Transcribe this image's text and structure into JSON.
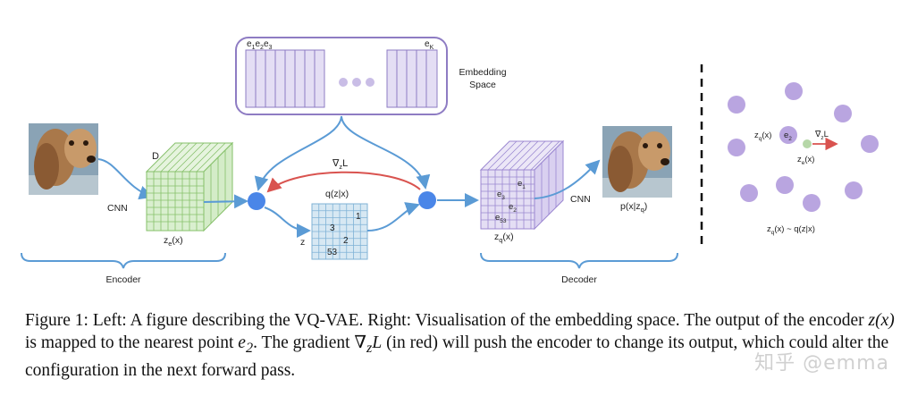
{
  "labels": {
    "embedding_space_line1": "Embedding",
    "embedding_space_line2": "Space",
    "codebook_first": "e",
    "codebook_first_subs": [
      "1",
      "2",
      "3"
    ],
    "codebook_last": "e",
    "codebook_last_sub": "K",
    "cnn_left": "CNN",
    "cnn_right": "CNN",
    "dim_d": "D",
    "ze": "z",
    "ze_sub": "e",
    "ze_arg": "(x)",
    "zq": "z",
    "zq_sub": "q",
    "zq_arg": "(x)",
    "gradient": "∇",
    "gradient_sub": "z",
    "gradient_tail": "L",
    "qzx": "q(z|x)",
    "z": "z",
    "grid_values": [
      "1",
      "3",
      "2",
      "53"
    ],
    "decoder_cells": [
      {
        "base": "e",
        "sub": "1"
      },
      {
        "base": "e",
        "sub": "3"
      },
      {
        "base": "e",
        "sub": "2"
      },
      {
        "base": "e",
        "sub": "53"
      }
    ],
    "pxzq": "p(x|z",
    "pxzq_sub": "q",
    "pxzq_tail": ")",
    "encoder": "Encoder",
    "decoder": "Decoder",
    "right_zq": "z",
    "right_zq_sub": "q",
    "right_zq_arg": "(x)",
    "right_e2": "e",
    "right_e2_sub": "2",
    "right_grad": "∇",
    "right_grad_sub": "z",
    "right_grad_tail": "L",
    "right_ze": "z",
    "right_ze_sub": "e",
    "right_ze_arg": "(x)",
    "right_bottom": "z",
    "right_bottom_sub": "q",
    "right_bottom_tail": "(x) ~ q(z|x)"
  },
  "caption": {
    "part1": "Figure 1: Left: A figure describing the VQ-VAE. Right: Visualisation of the embedding space. The output of the encoder ",
    "zx": "z(x)",
    "part2": " is mapped to the nearest point ",
    "e2": "e",
    "e2_sub": "2",
    "part3": ". The gradient ",
    "grad": "∇",
    "grad_sub": "z",
    "grad_tail": "L",
    "part4": " (in red) will push the encoder to change its output, which could alter the configuration in the next forward pass."
  },
  "watermark": "知乎 @emma",
  "colors": {
    "blue_arrow": "#5b9bd5",
    "red_arrow": "#d9534f",
    "purple_box": "#8e7cc3",
    "purple_fill": "#e4def4",
    "green_fill": "#d9efcf",
    "green_line": "#86c06a",
    "grid_fill": "#d7e8f3",
    "dot_purple": "#b9a5e0",
    "dot_green": "#b6d7a8",
    "node_blue": "#4a86e8"
  }
}
